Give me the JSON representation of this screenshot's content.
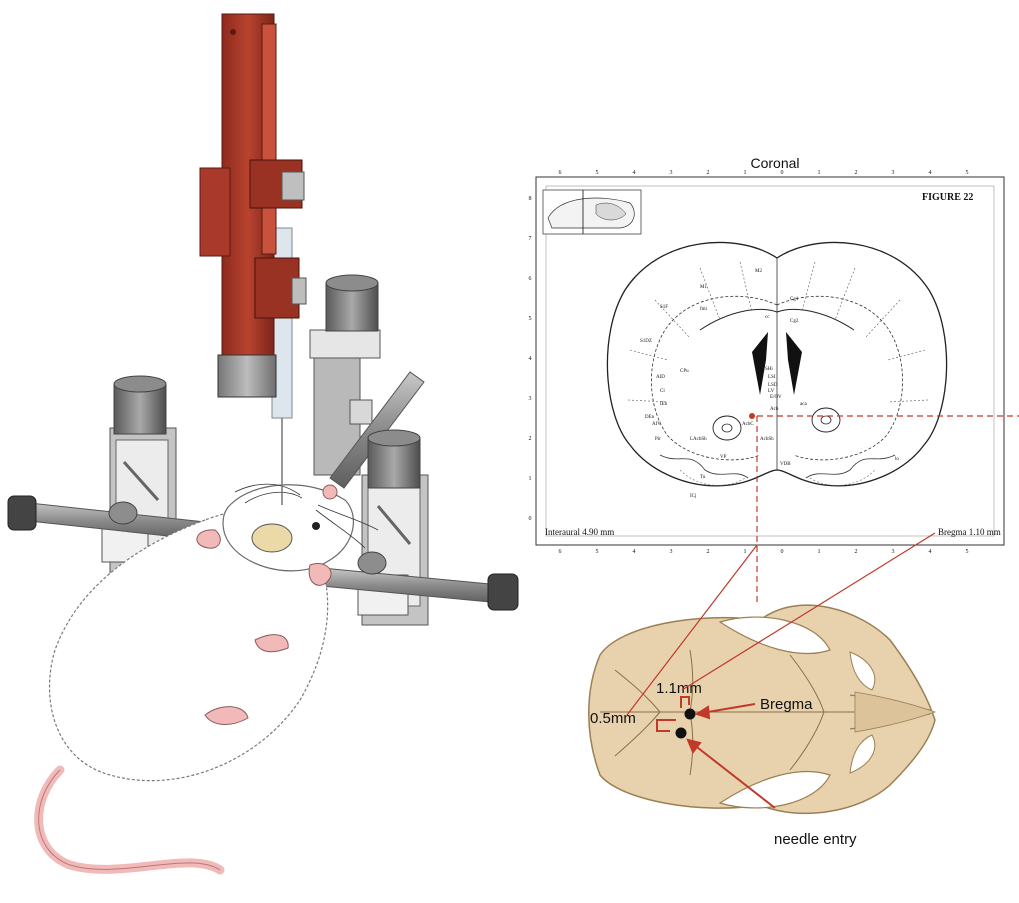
{
  "atlas": {
    "view_label": "Coronal",
    "figure_label": "FIGURE 22",
    "interaural_label": "Interaural 4.90 mm",
    "bregma_label": "Bregma 1.10 mm",
    "top_ticks": [
      "6",
      "5",
      "4",
      "3",
      "2",
      "1",
      "0",
      "1",
      "2",
      "3",
      "4",
      "5"
    ],
    "side_ticks": [
      "8",
      "7",
      "6",
      "5",
      "4",
      "3",
      "2",
      "1",
      "0"
    ],
    "bottom_ticks": [
      "6",
      "5",
      "4",
      "3",
      "2",
      "1",
      "0",
      "1",
      "2",
      "3",
      "4",
      "5"
    ],
    "regions": [
      "M2",
      "M1",
      "Cg1",
      "Cg2",
      "S1F",
      "S1DZ",
      "CPu",
      "LSD",
      "LSI",
      "LV",
      "Acb",
      "AcbC",
      "AcbSh",
      "Pir",
      "LAcbSh",
      "VP",
      "VDB",
      "Tu",
      "IEn",
      "DEn",
      "Cl",
      "AIV",
      "AID",
      "lo",
      "cc",
      "fmi",
      "aca",
      "SHi",
      "E/OV",
      "ICj"
    ]
  },
  "skull": {
    "mm_ap": "1.1mm",
    "mm_ml": "0.5mm",
    "bregma": "Bregma",
    "needle_entry": "needle entry"
  },
  "icons": [
    "stereotaxic-frame-icon",
    "syringe-pump-icon",
    "rat-icon",
    "skull-icon",
    "brain-section-icon"
  ],
  "colors": {
    "pump_red": "#a8392b",
    "guide_line": "#c0392b",
    "skull_tan": "#e7d2ad",
    "rat_pink": "#f2b9b9",
    "frame_gray": "#9b9b9b"
  }
}
